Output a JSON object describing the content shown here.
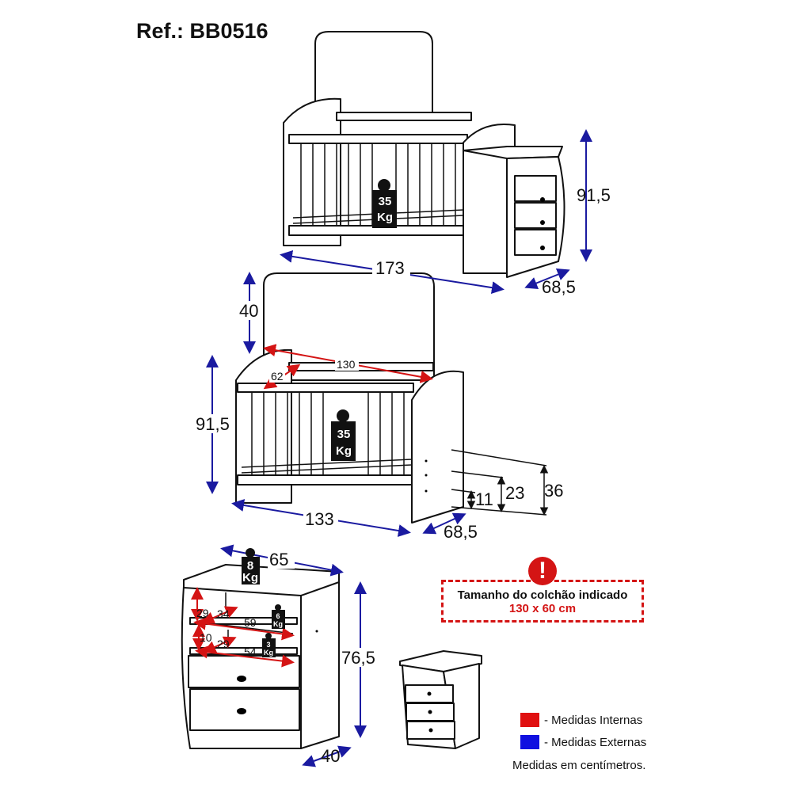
{
  "title": "Ref.: BB0516",
  "top_view": {
    "width": "173",
    "height": "91,5",
    "depth": "68,5",
    "weight": "35",
    "weight_unit": "Kg"
  },
  "crib_view": {
    "headboard": "40",
    "height": "91,5",
    "width": "133",
    "depth": "68,5",
    "inner_length": "130",
    "inner_width": "62",
    "weight": "35",
    "weight_unit": "Kg",
    "level_1": "11",
    "level_2": "23",
    "level_3": "36"
  },
  "dresser_view": {
    "width": "65",
    "height": "76,5",
    "depth": "40",
    "top_weight": "8",
    "shelf1_weight": "6",
    "shelf2_weight": "3",
    "weight_unit": "Kg",
    "shelf1_height": "29",
    "shelf1_depth": "34",
    "shelf1_width": "59",
    "shelf2_height": "10",
    "shelf2_depth": "29",
    "shelf2_width": "54"
  },
  "notice": {
    "line1": "Tamanho do colchão indicado",
    "line2": "130 x 60 cm",
    "icon": "exclamation-icon"
  },
  "legend": [
    {
      "label": "- Medidas Internas",
      "color": "#e01010"
    },
    {
      "label": "- Medidas Externas",
      "color": "#1010e0"
    }
  ],
  "note": "Medidas em centímetros."
}
